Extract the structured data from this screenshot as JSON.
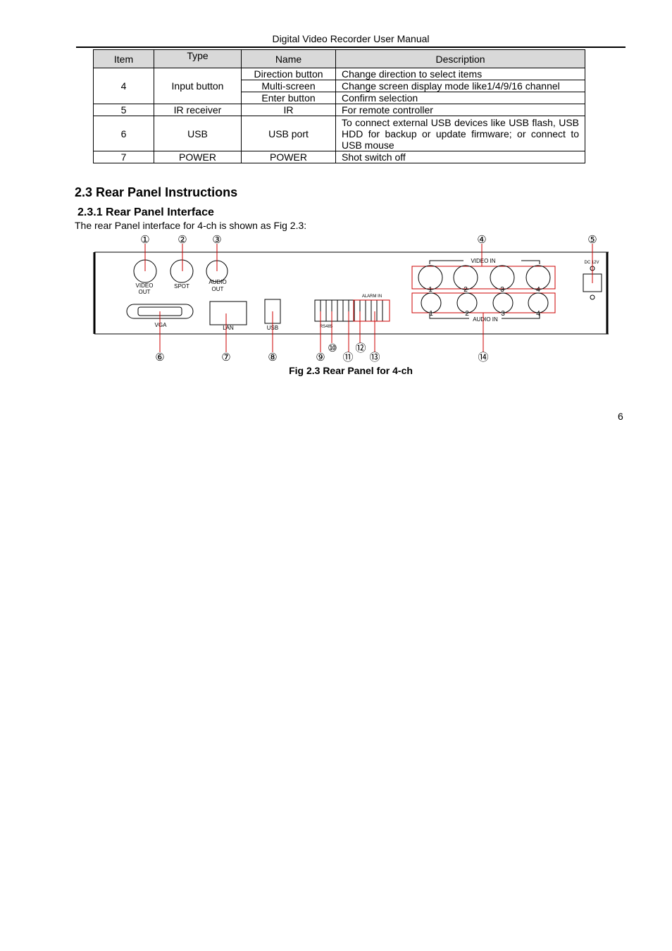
{
  "header": {
    "title": "Digital Video Recorder User Manual"
  },
  "table": {
    "headers": [
      "Item",
      "Type",
      "Name",
      "Description"
    ],
    "rows": [
      {
        "item": "4",
        "type": "Input button",
        "name": "Direction button",
        "description": "Change direction to select items"
      },
      {
        "name": "Multi-screen",
        "description": "Change screen display mode like1/4/9/16 channel"
      },
      {
        "name": "Enter button",
        "description": "Confirm selection"
      },
      {
        "item": "5",
        "type": "IR receiver",
        "name": "IR",
        "description": "For remote controller"
      },
      {
        "item": "6",
        "type": "USB",
        "name": "USB port",
        "description": "To connect external USB devices like USB flash, USB HDD for backup or update firmware; or connect to USB mouse"
      },
      {
        "item": "7",
        "type": "POWER",
        "name": "POWER",
        "description": "Shot switch off"
      }
    ]
  },
  "section": {
    "heading": "2.3  Rear Panel Instructions",
    "subheading": "2.3.1  Rear Panel Interface",
    "intro": "The rear Panel interface for 4-ch is shown as Fig 2.3:"
  },
  "figure": {
    "caption": "Fig 2.3 Rear Panel for 4-ch",
    "callouts_top": [
      "①",
      "②",
      "③",
      "④",
      "⑤"
    ],
    "callouts_bottom": [
      "⑥",
      "⑦",
      "⑧",
      "⑨",
      "⑩",
      "⑪",
      "⑫",
      "⑬",
      "⑭"
    ],
    "labels": {
      "video_out_1": "VIDEO",
      "video_out_2": "OUT",
      "spot": "SPOT",
      "audio_out_1": "AUDIO",
      "audio_out_2": "OUT",
      "video_in": "VIDEO IN",
      "audio_in": "AUDIO IN",
      "dc": "DC 12V",
      "vga": "VGA",
      "lan": "LAN",
      "usb": "USB",
      "rs485": "RS485",
      "alarm_in": "ALARM IN",
      "ch1": "1",
      "ch2": "2",
      "ch3": "3",
      "ch4": "4"
    },
    "colors": {
      "callout_line": "#cc0000",
      "panel": "#000000"
    }
  },
  "page_number": "6"
}
